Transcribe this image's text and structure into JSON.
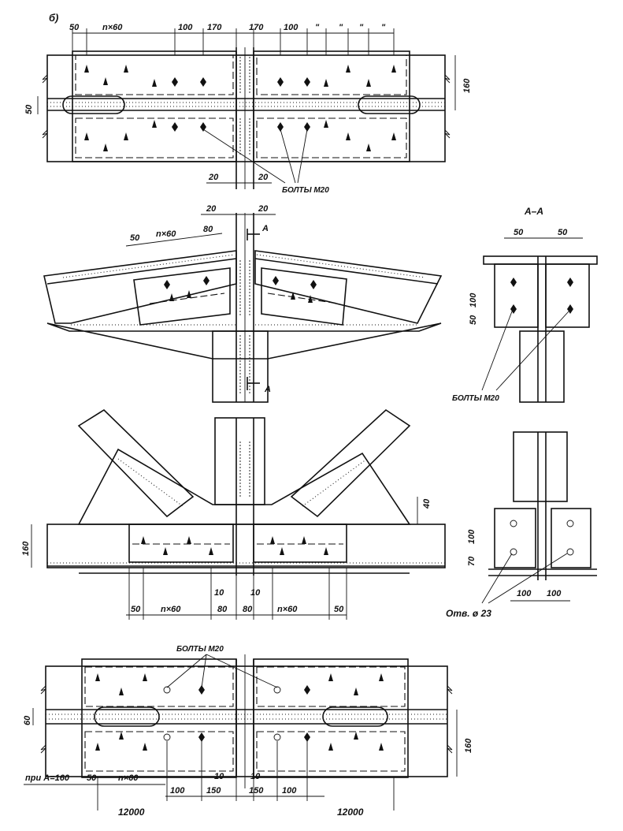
{
  "drawing": {
    "sheet_marker": "б)",
    "view1": {
      "dims_top": [
        "50",
        "n×60",
        "100",
        "170",
        "170",
        "100",
        "\"",
        "\"",
        "\"",
        "\""
      ],
      "dim_left": "50",
      "dim_right": "160",
      "dims_bottom": [
        "20",
        "20"
      ],
      "bolts_label": "БОЛТЫ М20"
    },
    "view2": {
      "dims_top": [
        "20",
        "20"
      ],
      "dims_left": [
        "50",
        "n×60",
        "80"
      ],
      "section_mark": "А"
    },
    "section_aa": {
      "title": "А–А",
      "dims_top": [
        "50",
        "50"
      ],
      "dims_left": [
        "100",
        "50"
      ],
      "bolts_label": "БОЛТЫ М20"
    },
    "view3": {
      "dim_right": "40",
      "dim_left": "160",
      "dims_bottom": [
        "50",
        "n×60",
        "80",
        "80",
        "n×60",
        "50"
      ],
      "dims_inner": [
        "10",
        "10"
      ]
    },
    "view3_side": {
      "dims_left": [
        "100",
        "70"
      ],
      "dims_bottom": [
        "100",
        "100"
      ],
      "hole_label": "Отв. ø 23"
    },
    "view4": {
      "bolts_label": "БОЛТЫ М20",
      "dim_left": "60",
      "dim_right": "160",
      "note": "при А=160",
      "dims_bottom": [
        "50",
        "n×60",
        "10",
        "10",
        "100",
        "150",
        "150",
        "100"
      ],
      "spans": [
        "12000",
        "12000"
      ]
    }
  }
}
